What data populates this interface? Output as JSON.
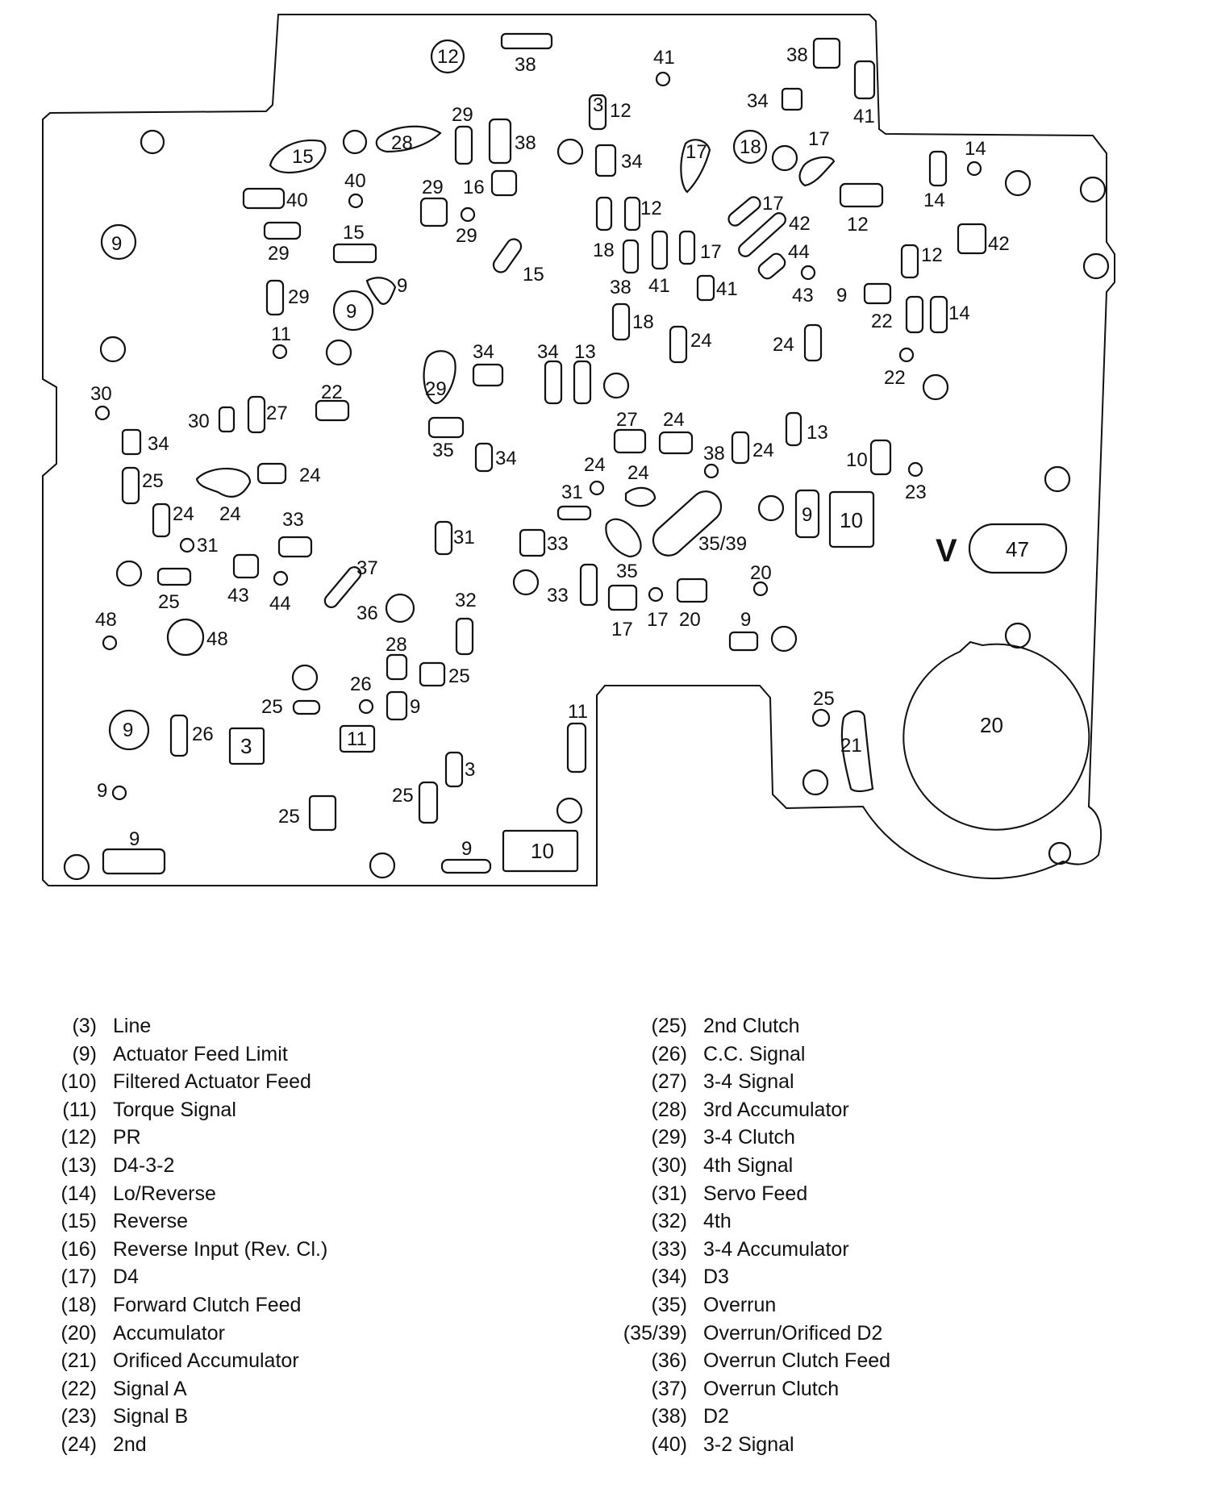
{
  "diagram": {
    "port_labels": {
      "p12a": "12",
      "p38a": "38",
      "p41a": "41",
      "p38b": "38",
      "p34a": "34",
      "p41b": "41",
      "p3a": "3",
      "p12b": "12",
      "p29a": "29",
      "p38c": "38",
      "p28a": "28",
      "p15a": "15",
      "p34b": "34",
      "p17a": "17",
      "p18a": "18",
      "p17b": "17",
      "p14a": "14",
      "p14b": "14",
      "p40a": "40",
      "p40b": "40",
      "p29b": "29",
      "p16a": "16",
      "p29c": "29",
      "p12c": "12",
      "p17c": "17",
      "p42a": "42",
      "p12d": "12",
      "p42b": "42",
      "p9a": "9",
      "p29d": "29",
      "p15b": "15",
      "p15c": "15",
      "p18b": "18",
      "p41c": "41",
      "p17d": "17",
      "p44a": "44",
      "p12e": "12",
      "p9b": "9",
      "p29e": "29",
      "p9c": "9",
      "p38d": "38",
      "p41d": "41",
      "p43a": "43",
      "p9d": "9",
      "p22a": "22",
      "p14c": "14",
      "p18c": "18",
      "p24a": "24",
      "p24b": "24",
      "p11a": "11",
      "p34c": "34",
      "p34d": "34",
      "p13a": "13",
      "p22b": "22",
      "p30a": "30",
      "p29f": "29",
      "p22c": "22",
      "p30b": "30",
      "p27a": "27",
      "p27b": "27",
      "p24c": "24",
      "p13b": "13",
      "p34e": "34",
      "p35a": "35",
      "p34f": "34",
      "p38e": "38",
      "p24d": "24",
      "p10a": "10",
      "p25a": "25",
      "p24e": "24",
      "p24f": "24",
      "p24g": "24",
      "p23a": "23",
      "p24h": "24",
      "p24i": "24",
      "p31a": "31",
      "p9e": "9",
      "p10b": "10",
      "p33a": "33",
      "p31b": "31",
      "p31c": "31",
      "p33b": "33",
      "p35b": "35/39",
      "p37a": "37",
      "p25b": "25",
      "p43b": "43",
      "p44b": "44",
      "p36a": "36",
      "p33c": "33",
      "p35c": "35",
      "p20a": "20",
      "p32a": "32",
      "p17e": "17",
      "p17f": "17",
      "p20b": "20",
      "p47a": "47",
      "p48a": "48",
      "p48b": "48",
      "p9f": "9",
      "p28b": "28",
      "p25c": "25",
      "p26a": "26",
      "p25d": "25",
      "p9g": "9",
      "p25e": "25",
      "p11b": "11",
      "p9h": "9",
      "p26b": "26",
      "p3b": "3",
      "p11c": "11",
      "p3c": "3",
      "p25f": "25",
      "p21a": "21",
      "p20c": "20",
      "p9i": "9",
      "p25g": "25",
      "p9j": "9",
      "p9k": "9",
      "p10c": "10",
      "pV": "V"
    }
  },
  "legend": {
    "left": [
      {
        "code": "(3)",
        "desc": "Line"
      },
      {
        "code": "(9)",
        "desc": "Actuator Feed Limit"
      },
      {
        "code": "(10)",
        "desc": "Filtered Actuator Feed"
      },
      {
        "code": "(11)",
        "desc": "Torque Signal"
      },
      {
        "code": "(12)",
        "desc": "PR"
      },
      {
        "code": "(13)",
        "desc": "D4-3-2"
      },
      {
        "code": "(14)",
        "desc": "Lo/Reverse"
      },
      {
        "code": "(15)",
        "desc": "Reverse"
      },
      {
        "code": "(16)",
        "desc": "Reverse Input (Rev. Cl.)"
      },
      {
        "code": "(17)",
        "desc": "D4"
      },
      {
        "code": "(18)",
        "desc": "Forward Clutch Feed"
      },
      {
        "code": "(20)",
        "desc": "Accumulator"
      },
      {
        "code": "(21)",
        "desc": "Orificed Accumulator"
      },
      {
        "code": "(22)",
        "desc": "Signal A"
      },
      {
        "code": "(23)",
        "desc": "Signal B"
      },
      {
        "code": "(24)",
        "desc": "2nd"
      }
    ],
    "right": [
      {
        "code": "(25)",
        "desc": "2nd Clutch"
      },
      {
        "code": "(26)",
        "desc": "C.C. Signal"
      },
      {
        "code": "(27)",
        "desc": "3-4 Signal"
      },
      {
        "code": "(28)",
        "desc": "3rd Accumulator"
      },
      {
        "code": "(29)",
        "desc": "3-4 Clutch"
      },
      {
        "code": "(30)",
        "desc": "4th Signal"
      },
      {
        "code": "(31)",
        "desc": "Servo Feed"
      },
      {
        "code": "(32)",
        "desc": "4th"
      },
      {
        "code": "(33)",
        "desc": "3-4 Accumulator"
      },
      {
        "code": "(34)",
        "desc": "D3"
      },
      {
        "code": "(35)",
        "desc": "Overrun"
      },
      {
        "code": "(35/39)",
        "desc": "Overrun/Orificed D2"
      },
      {
        "code": "(36)",
        "desc": "Overrun Clutch Feed"
      },
      {
        "code": "(37)",
        "desc": "Overrun Clutch"
      },
      {
        "code": "(38)",
        "desc": "D2"
      },
      {
        "code": "(40)",
        "desc": "3-2 Signal"
      }
    ]
  }
}
